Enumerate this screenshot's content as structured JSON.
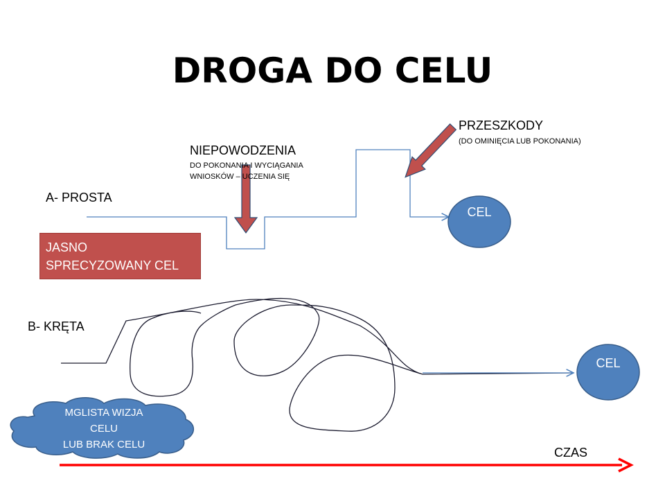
{
  "title": "DROGA DO CELU",
  "path_a": {
    "label": "A- PROSTA",
    "failures": {
      "heading": "NIEPOWODZENIA",
      "line1": "DO POKONANIA  I WYCIĄGANIA",
      "line2": "WNIOSKÓW – UCZENIA SIĘ"
    },
    "obstacles": {
      "heading": "PRZESZKODY",
      "note": "(DO OMINIĘCIA LUB POKONANIA)"
    },
    "goal": "CEL",
    "clear_goal": {
      "line1": "JASNO",
      "line2": "SPRECYZOWANY CEL"
    }
  },
  "path_b": {
    "label": "B- KRĘTA",
    "goal": "CEL",
    "vague": {
      "line1": "MGLISTA  WIZJA",
      "line2": "CELU",
      "line3": "LUB BRAK CELU"
    }
  },
  "time_label": "CZAS",
  "colors": {
    "line": "#4f81bd",
    "goal_fill": "#4f81bd",
    "arrow_fill": "#c0504d",
    "time_arrow": "#ff0000",
    "clear_goal_box": "#c0504d"
  }
}
